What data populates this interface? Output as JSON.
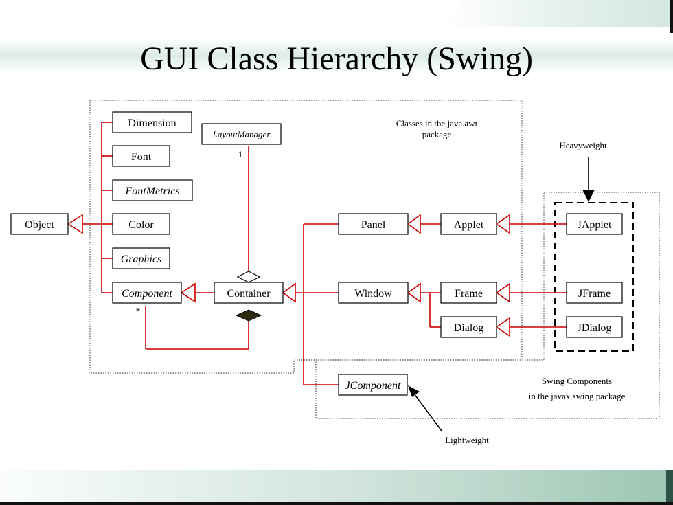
{
  "slide": {
    "title": "GUI Class Hierarchy (Swing)"
  },
  "labels": {
    "awt_package": [
      "Classes in the java.awt",
      "package"
    ],
    "swing_package": [
      "Swing Components",
      "in the javax.swing package"
    ],
    "heavyweight": "Heavyweight",
    "lightweight": "Lightweight",
    "multiplicity_one": "1",
    "multiplicity_many": "*"
  },
  "classes": {
    "object": "Object",
    "dimension": "Dimension",
    "font": "Font",
    "fontmetrics": "FontMetrics",
    "color": "Color",
    "graphics": "Graphics",
    "component": "Component",
    "layoutmanager": "LayoutManager",
    "container": "Container",
    "panel": "Panel",
    "applet": "Applet",
    "window": "Window",
    "frame": "Frame",
    "dialog": "Dialog",
    "japplet": "JApplet",
    "jframe": "JFrame",
    "jdialog": "JDialog",
    "jcomponent": "JComponent"
  },
  "colors": {
    "relation": "#cc0000",
    "box_border": "#000000"
  }
}
